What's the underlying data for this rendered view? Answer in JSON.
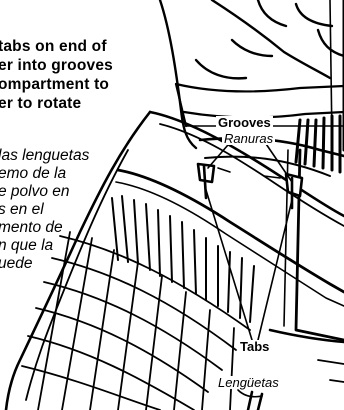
{
  "instruction_en": [
    "tabs on end of",
    "er into grooves",
    "ompartment to",
    "er to rotate"
  ],
  "instruction_es": [
    "las lenguetas",
    "emo de la",
    "e polvo en",
    "s en el",
    "mento de",
    "n que la",
    "uede"
  ],
  "callouts": {
    "grooves_en": "Grooves",
    "grooves_es": "Ranuras",
    "tabs_en": "Tabs",
    "tabs_es": "Lengüetas"
  }
}
